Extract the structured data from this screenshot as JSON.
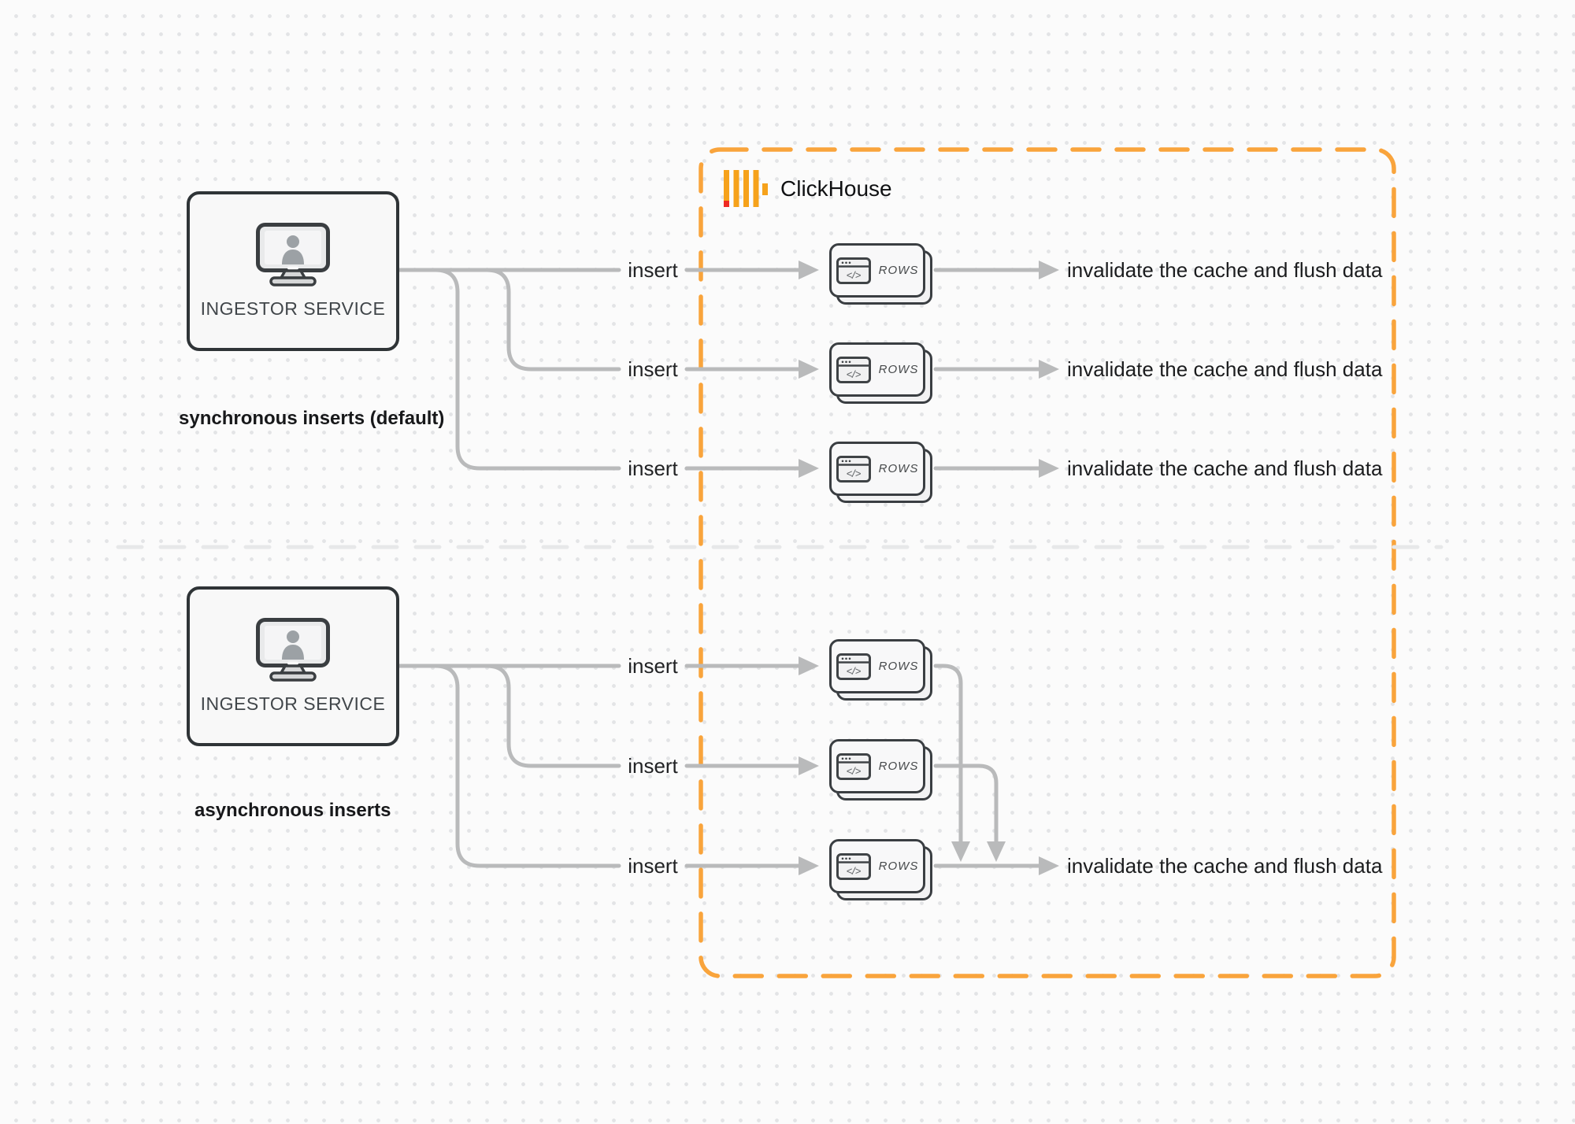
{
  "diagram": {
    "clickhouse": {
      "title": "ClickHouse"
    },
    "sync": {
      "service_label": "INGESTOR SERVICE",
      "caption": "synchronous inserts (default)",
      "rows": [
        {
          "insert": "insert",
          "card": "ROWS",
          "result": "invalidate the cache and flush data"
        },
        {
          "insert": "insert",
          "card": "ROWS",
          "result": "invalidate the cache and flush data"
        },
        {
          "insert": "insert",
          "card": "ROWS",
          "result": "invalidate the cache and flush data"
        }
      ]
    },
    "async": {
      "service_label": "INGESTOR SERVICE",
      "caption": "asynchronous inserts",
      "rows": [
        {
          "insert": "insert",
          "card": "ROWS"
        },
        {
          "insert": "insert",
          "card": "ROWS"
        },
        {
          "insert": "insert",
          "card": "ROWS"
        }
      ],
      "result": "invalidate the cache and flush data"
    },
    "icons": {
      "code_glyph": "</>"
    },
    "colors": {
      "accent_orange": "#F9A43C",
      "logo_yellow": "#F6A21B",
      "logo_red": "#EF2B24",
      "arrow_gray": "#B9BABB",
      "divider_gray": "#E7E8E9"
    }
  }
}
